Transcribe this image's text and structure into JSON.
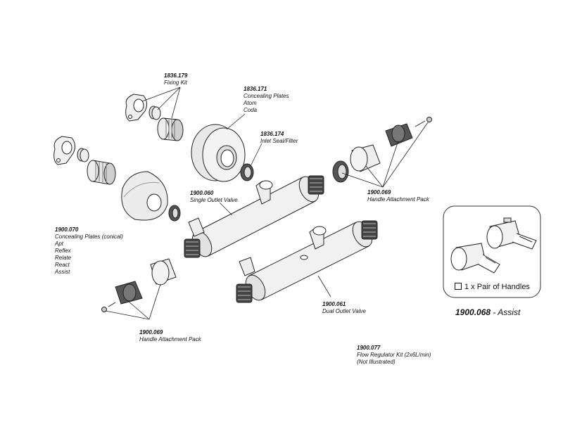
{
  "labels": {
    "fixing_kit": {
      "code": "1836.179",
      "lines": [
        "Fixing Kit"
      ]
    },
    "concealing_plates": {
      "code": "1836.171",
      "lines": [
        "Concealing Plates",
        "Atom",
        "Coda"
      ]
    },
    "inlet_seal": {
      "code": "1836.174",
      "lines": [
        "Inlet Seal/Filter"
      ]
    },
    "single_outlet": {
      "code": "1900.060",
      "lines": [
        "Single Outlet Valve"
      ]
    },
    "handle_pack_top": {
      "code": "1900.069",
      "lines": [
        "Handle Attachment Pack"
      ]
    },
    "conical_plates": {
      "code": "1900.070",
      "lines": [
        "Concealing Plates (conical)",
        "Apt",
        "Reflex",
        "Relate",
        "React",
        "Assist"
      ]
    },
    "dual_outlet": {
      "code": "1900.061",
      "lines": [
        "Dual Outlet Valve"
      ]
    },
    "handle_pack_bottom": {
      "code": "1900.069",
      "lines": [
        "Handle Attachment Pack"
      ]
    },
    "flow_regulator": {
      "code": "1900.077",
      "lines": [
        "Flow Regulator Kit (2x6L/min)",
        "(Not Illustrated)"
      ]
    }
  },
  "inset": {
    "caption": "1 x Pair of Handles",
    "code": "1900.068",
    "name": "- Assist"
  }
}
